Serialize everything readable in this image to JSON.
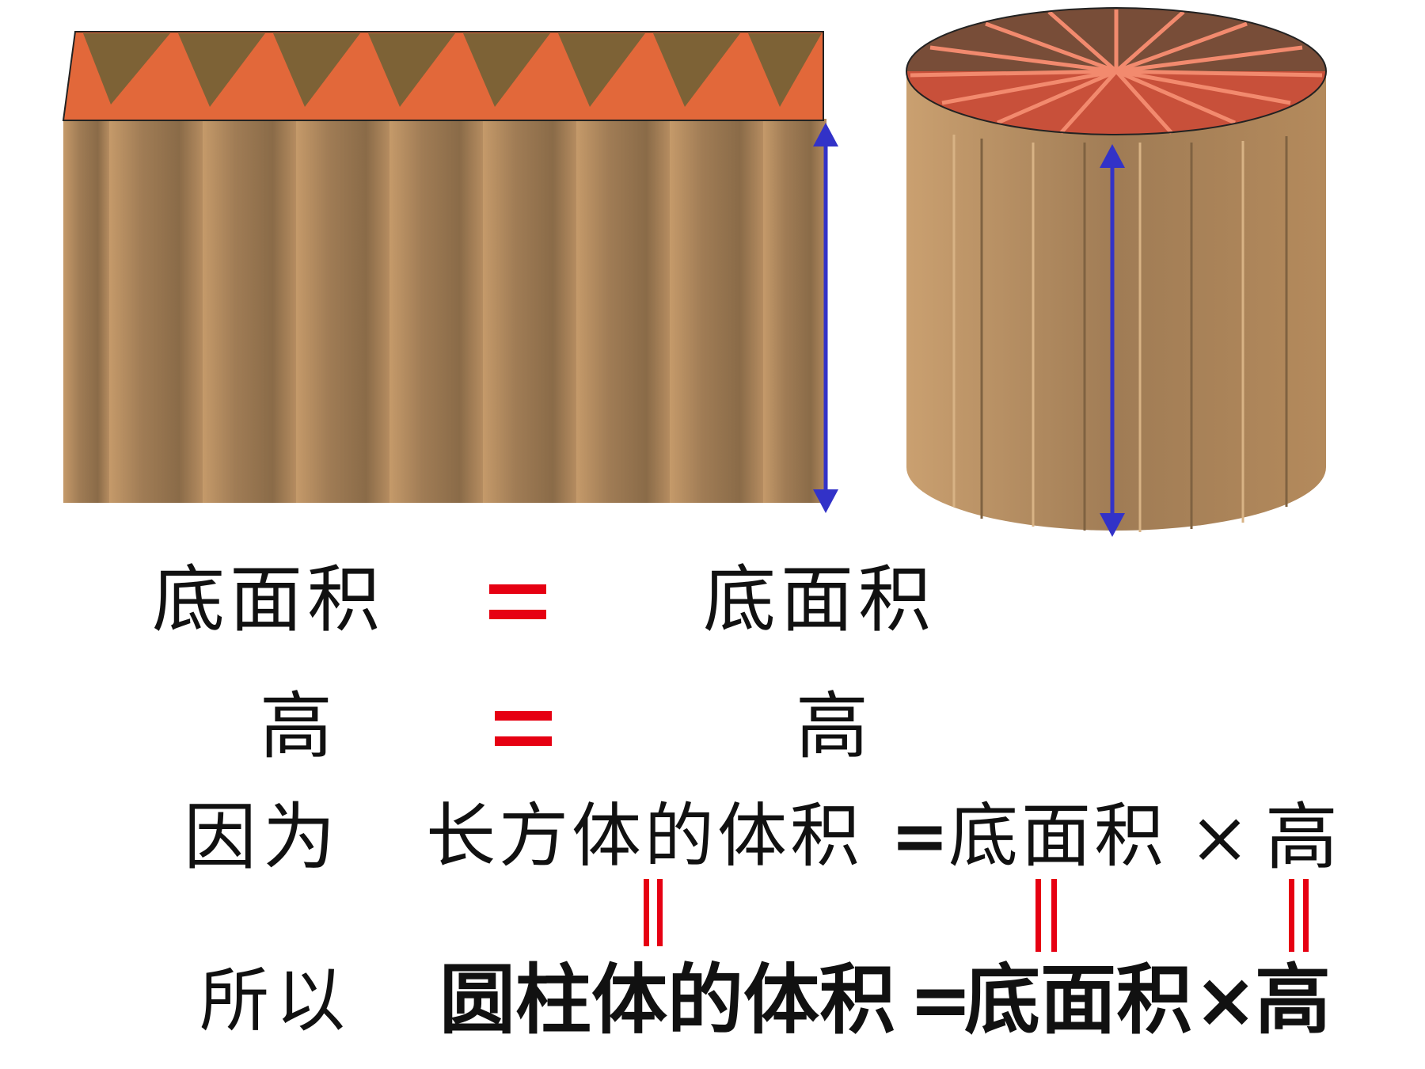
{
  "colors": {
    "wood": "#a3845e",
    "top_orange": "#e2683a",
    "top_dark": "#7a6034",
    "cyl_top_red": "#c8503a",
    "cyl_top_dark": "#6a4c38",
    "arrow": "#3232c8",
    "equals_red": "#e60012"
  },
  "row1": {
    "left": "底面积",
    "equals": "=",
    "right": "底面积"
  },
  "row2": {
    "left": "高",
    "equals": "=",
    "right": "高"
  },
  "row3": {
    "because": "因为",
    "formula_a": "长方体的体积",
    "equals": "=",
    "formula_b": "底面积",
    "times": "×",
    "formula_c": "高"
  },
  "row4": {
    "therefore": "所以",
    "formula_a": "圆柱体的体积",
    "equals": "=",
    "formula_b": "底面积",
    "times": "×",
    "formula_c": "高"
  }
}
